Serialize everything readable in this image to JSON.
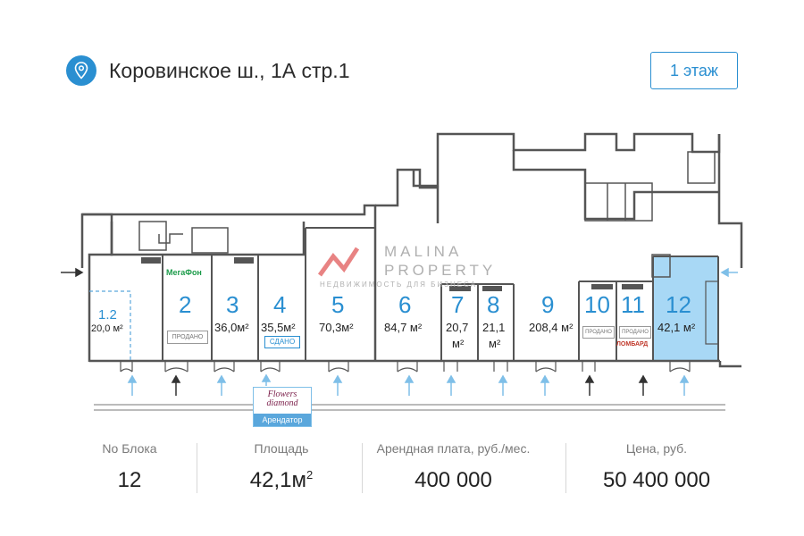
{
  "header": {
    "address": "Коровинское ш.,  1А стр.1",
    "floor_button": "1 этаж"
  },
  "brand": {
    "line1": "MALINA",
    "line2": "PROPERTY",
    "line3": "НЕДВИЖИМОСТЬ ДЛЯ БИЗНЕСА"
  },
  "units": [
    {
      "num": "1.2",
      "area": "20,0 м²",
      "status": "",
      "tenant": ""
    },
    {
      "num": "2",
      "area": "",
      "status": "ПРОДАНО",
      "tenant": "МегаФон"
    },
    {
      "num": "3",
      "area": "36,0м²",
      "status": "",
      "tenant": ""
    },
    {
      "num": "4",
      "area": "35,5м²",
      "status": "СДАНО",
      "tenant": ""
    },
    {
      "num": "5",
      "area": "70,3м²",
      "status": "",
      "tenant": ""
    },
    {
      "num": "6",
      "area": "84,7 м²",
      "status": "",
      "tenant": ""
    },
    {
      "num": "7",
      "area_line1": "20,7",
      "area_line2": "м²",
      "status": "",
      "tenant": ""
    },
    {
      "num": "8",
      "area_line1": "21,1",
      "area_line2": "м²",
      "status": "",
      "tenant": ""
    },
    {
      "num": "9",
      "area": "208,4 м²",
      "status": "",
      "tenant": ""
    },
    {
      "num": "10",
      "area": "",
      "status": "ПРОДАНО",
      "tenant": ""
    },
    {
      "num": "11",
      "area": "",
      "status": "ПРОДАНО",
      "tenant": "ЛОМБАРД"
    },
    {
      "num": "12",
      "area": "42,1 м²",
      "status": "",
      "tenant": ""
    }
  ],
  "tenant_box": {
    "name_line1": "Flowers",
    "name_line2": "diamond",
    "caption": "Арендатор"
  },
  "stats": {
    "block": {
      "label": "No Блока",
      "value": "12"
    },
    "area": {
      "label": "Площадь",
      "value": "42,1м",
      "sup": "2"
    },
    "rent": {
      "label": "Арендная плата, руб./мес.",
      "value": "400 000"
    },
    "price": {
      "label": "Цена, руб.",
      "value": "50 400 000"
    }
  },
  "colors": {
    "accent": "#2a8fd1",
    "highlight": "#a8d8f5",
    "walls": "#555555",
    "brand_red": "#e05a5a"
  }
}
